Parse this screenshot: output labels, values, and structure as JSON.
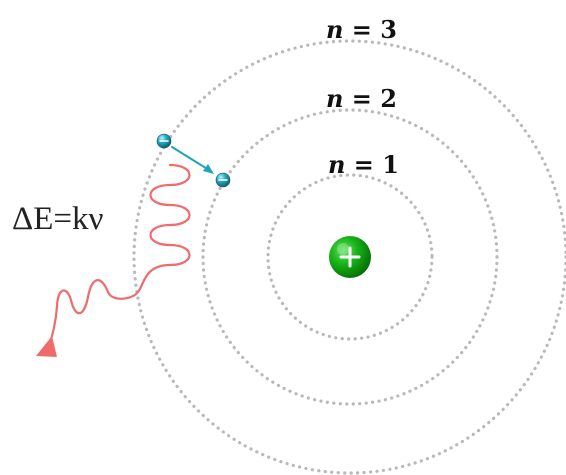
{
  "orbits": [
    {
      "prefix": "n",
      "equals": " = ",
      "value": "1"
    },
    {
      "prefix": "n",
      "equals": " = ",
      "value": "2"
    },
    {
      "prefix": "n",
      "equals": " = ",
      "value": "3"
    }
  ],
  "nucleus": {
    "symbol": "+",
    "color": "#12a812",
    "icon": "plus-icon"
  },
  "electron": {
    "symbol": "−",
    "color": "#1c9db0",
    "icon": "minus-icon"
  },
  "photon": {
    "label": "ΔE=kν",
    "color": "#f06b6b"
  }
}
